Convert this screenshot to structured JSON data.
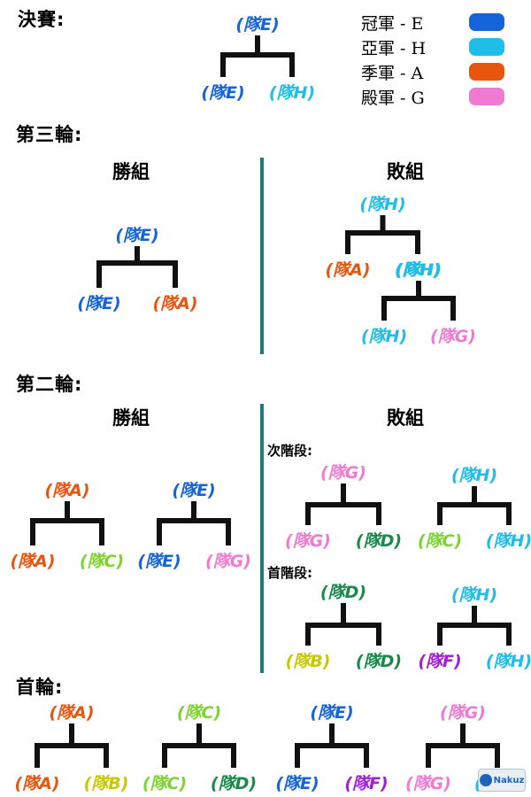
{
  "legend": [
    {
      "text": "冠軍 - E",
      "color": "#1565d8"
    },
    {
      "text": "亞軍 - H",
      "color": "#20bde8"
    },
    {
      "text": "季軍 - A",
      "color": "#e8550f"
    },
    {
      "text": "殿軍 - G",
      "color": "#ee7ad2"
    }
  ],
  "team_colors": {
    "A": "#e8550f",
    "B": "#c8c800",
    "C": "#7dd330",
    "D": "#1a8a4a",
    "E": "#1565d8",
    "F": "#a020d8",
    "G": "#ee7ad2",
    "H": "#20bde8"
  },
  "sections": {
    "final": "決賽:",
    "round3": "第三輪:",
    "round2": "第二輪:",
    "round1": "首輪:"
  },
  "groups": {
    "r3_winner": "勝組",
    "r3_loser": "敗組",
    "r2_winner": "勝組",
    "r2_loser": "敗組"
  },
  "stages": {
    "second": "次階段:",
    "first": "首階段:"
  },
  "matches": [
    {
      "id": "final",
      "top": "E",
      "left": "E",
      "right": "H"
    },
    {
      "id": "r3w",
      "top": "E",
      "left": "E",
      "right": "A"
    },
    {
      "id": "r3l_a",
      "top": "H",
      "left": "A",
      "right": "H"
    },
    {
      "id": "r3l_b",
      "top": "H",
      "left": "H",
      "right": "G"
    },
    {
      "id": "r2w_1",
      "top": "A",
      "left": "A",
      "right": "C"
    },
    {
      "id": "r2w_2",
      "top": "E",
      "left": "E",
      "right": "G"
    },
    {
      "id": "r2l2_1",
      "top": "G",
      "left": "G",
      "right": "D"
    },
    {
      "id": "r2l2_2",
      "top": "H",
      "left": "C",
      "right": "H"
    },
    {
      "id": "r2l1_1",
      "top": "D",
      "left": "B",
      "right": "D"
    },
    {
      "id": "r2l1_2",
      "top": "H",
      "left": "F",
      "right": "H"
    },
    {
      "id": "r1_1",
      "top": "A",
      "left": "A",
      "right": "B"
    },
    {
      "id": "r1_2",
      "top": "C",
      "left": "C",
      "right": "D"
    },
    {
      "id": "r1_3",
      "top": "E",
      "left": "E",
      "right": "F"
    },
    {
      "id": "r1_4",
      "top": "G",
      "left": "G",
      "right": "H"
    }
  ],
  "team_label_format": {
    "prefix": "(隊",
    "suffix": ")"
  },
  "watermark": "Nakuz"
}
